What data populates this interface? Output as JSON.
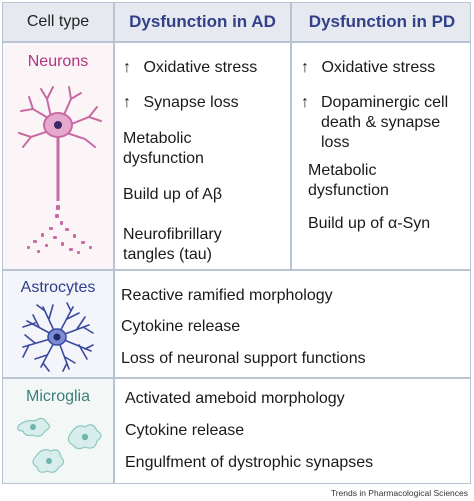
{
  "header": {
    "cell_type": "Cell type",
    "ad": "Dysfunction in AD",
    "pd": "Dysfunction in PD"
  },
  "neurons": {
    "label": "Neurons",
    "label_color": "#b1347f",
    "ad": {
      "oxidative": "Oxidative stress",
      "synapse": "Synapse loss",
      "metabolic": "Metabolic dysfunction",
      "abeta": "Build up of Aβ",
      "tangles": "Neurofibrillary tangles (tau)"
    },
    "pd": {
      "oxidative": "Oxidative stress",
      "dopa": "Dopaminergic cell death & synapse loss",
      "metabolic": "Metabolic dysfunction",
      "asyn": "Build up of α-Syn"
    }
  },
  "astrocytes": {
    "label": "Astrocytes",
    "label_color": "#2f3f8f",
    "items": [
      "Reactive ramified morphology",
      "Cytokine release",
      "Loss of neuronal support functions"
    ]
  },
  "microglia": {
    "label": "Microglia",
    "label_color": "#3b7e78",
    "items": [
      "Activated ameboid morphology",
      "Cytokine release",
      "Engulfment of dystrophic synapses"
    ]
  },
  "icons": {
    "increase": "↑"
  },
  "footer": "Trends in Pharmacological Sciences"
}
